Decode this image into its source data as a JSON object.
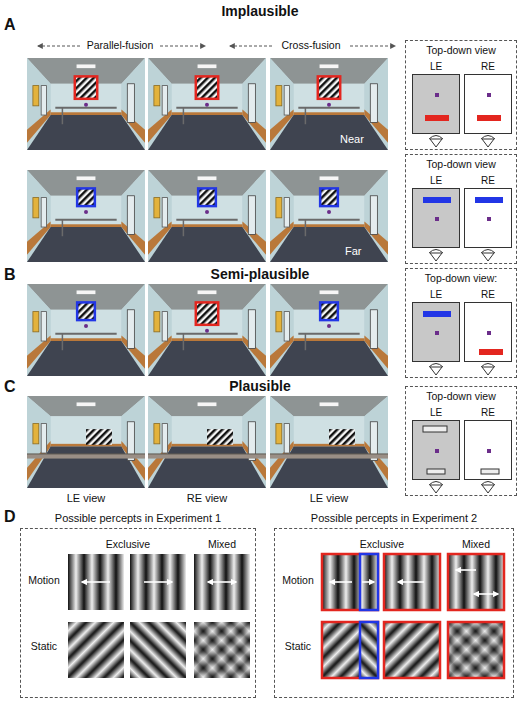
{
  "diagram": {
    "nodes": [
      {
        "text": [
          "Top-down view"
        ]
      },
      {
        "text": [
          "LE"
        ],
        "in": 0
      },
      {
        "text": [
          "RE"
        ],
        "in": 0
      },
      {
        "text": [
          "Top-down view"
        ]
      },
      {
        "text": [
          "LE"
        ],
        "in": 3
      },
      {
        "text": [
          "RE"
        ],
        "in": 3
      },
      {
        "text": [
          "Top-down view:"
        ]
      },
      {
        "text": [
          "LE"
        ],
        "in": 6
      },
      {
        "text": [
          "RE"
        ],
        "in": 6
      },
      {
        "text": [
          "Top-down view"
        ]
      },
      {
        "text": [
          "LE"
        ],
        "in": 9
      },
      {
        "text": [
          "RE"
        ],
        "in": 9
      },
      {
        "text": [
          "Possible percepts in Experiment 1",
          "Exclusive",
          "Mixed",
          "Motion",
          "Static"
        ]
      },
      {
        "text": [
          "Possible percepts in Experiment 2",
          "Exclusive",
          "Mixed",
          "Motion",
          "Static"
        ]
      }
    ],
    "labels": [
      "A",
      "Implausible",
      "Parallel-fusion",
      "Cross-fusion",
      "Near",
      "Far",
      "B",
      "Semi-plausible",
      "C",
      "Plausible",
      "LE view",
      "RE view",
      "LE view",
      "D"
    ]
  }
}
